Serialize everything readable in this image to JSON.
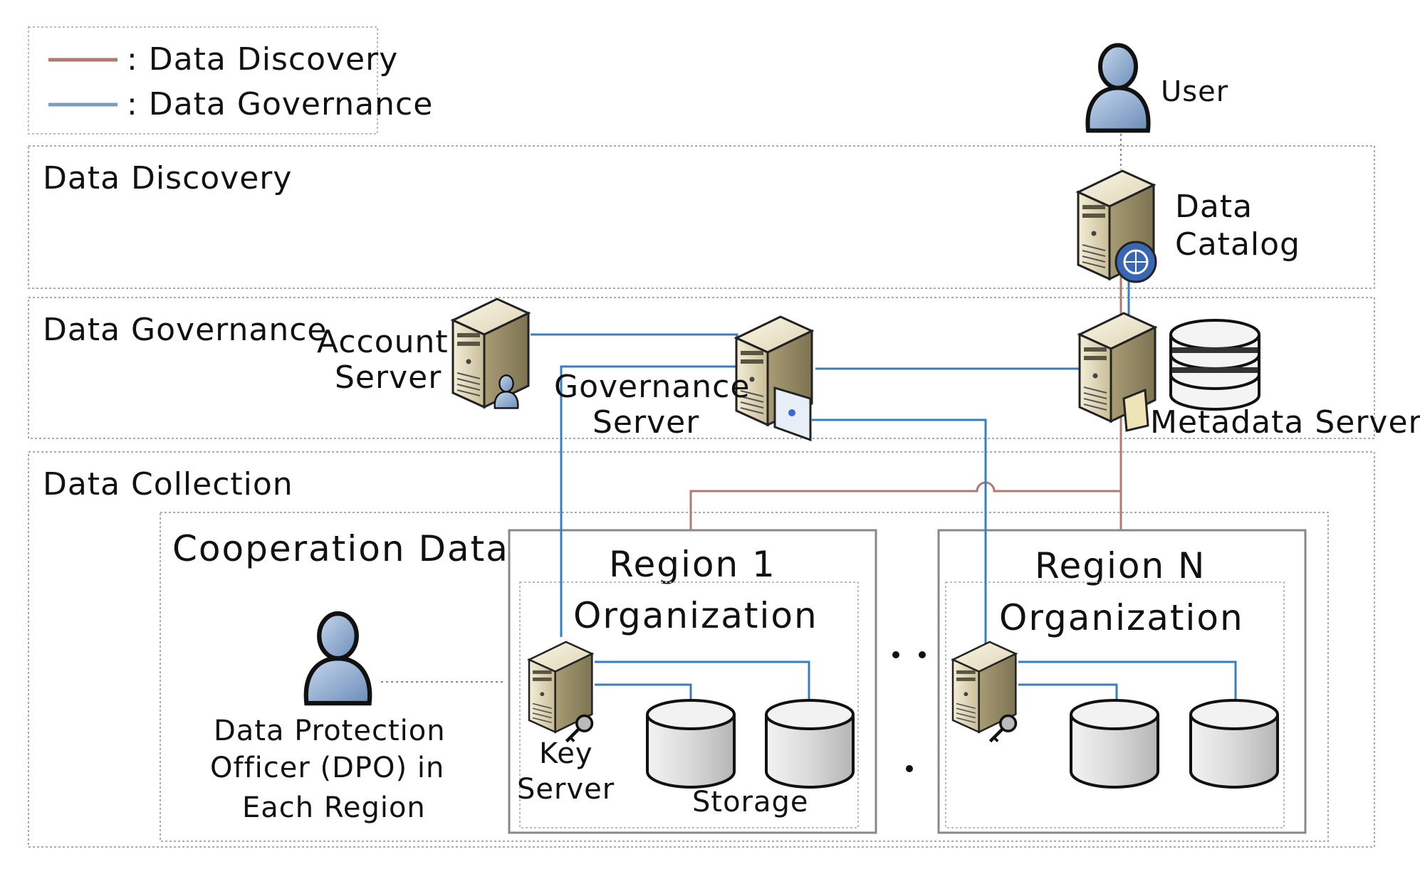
{
  "legend": {
    "discovery_label": ": Data Discovery",
    "governance_label": ": Data Governance",
    "discovery_color": "#b07a70",
    "governance_color": "#3a7cc0"
  },
  "layers": {
    "discovery": "Data Discovery",
    "governance": "Data Governance",
    "collection": "Data Collection"
  },
  "nodes": {
    "user": "User",
    "catalog_line1": "Data",
    "catalog_line2": "Catalog",
    "account_line1": "Account",
    "account_line2": "Server",
    "governance_line1": "Governance",
    "governance_line2": "Server",
    "metadata": "Metadata Server",
    "key_line1": "Key",
    "key_line2": "Server",
    "storage": "Storage",
    "dpo_line1": "Data Protection",
    "dpo_line2": "Officer (DPO) in",
    "dpo_line3": "Each Region"
  },
  "groups": {
    "cooperation": "Cooperation Data",
    "region1": "Region 1",
    "regionN": "Region N",
    "organization": "Organization"
  },
  "icons": [
    "user-icon",
    "server-icon",
    "globe-icon",
    "database-icon",
    "storage-icon",
    "key-icon",
    "card-icon",
    "dpo-user-icon"
  ]
}
